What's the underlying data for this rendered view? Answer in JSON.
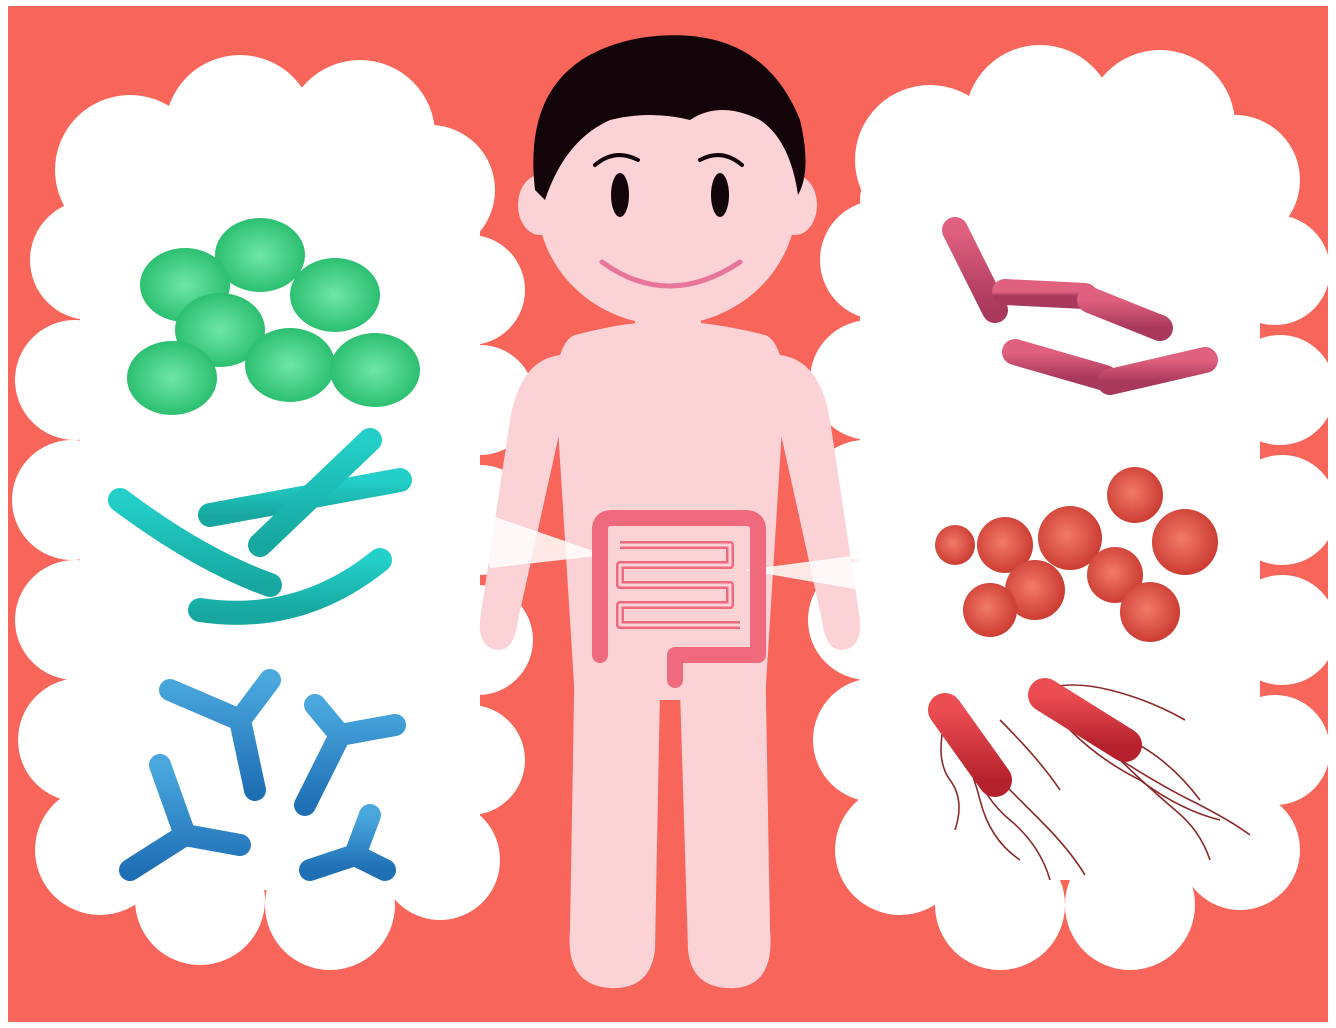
{
  "colors": {
    "background": "#f8655a",
    "frame": "#ffffff",
    "cloud": "#ffffff",
    "skin": "#fbd2d6",
    "skin_shadow": "#f3b8be",
    "hair": "#120408",
    "intestine": "#f06a7e",
    "good_cocci": "#2fc776",
    "good_rods": "#1fb3b0",
    "good_bifido": "#2a85c4",
    "bad_rods": "#c2466b",
    "bad_cocci": "#dd4a3f",
    "bad_flagellated": "#d2333d"
  },
  "illustration": {
    "subject": "child",
    "center_icon": "intestine-icon",
    "left_group": {
      "type": "good-bacteria",
      "icons": [
        "green-cocci-cluster-icon",
        "teal-rod-bacteria-icon",
        "blue-bifidobacteria-icon"
      ]
    },
    "right_group": {
      "type": "bad-bacteria",
      "icons": [
        "purple-rod-chain-icon",
        "red-cocci-cluster-icon",
        "flagellated-bacteria-icon"
      ]
    }
  }
}
